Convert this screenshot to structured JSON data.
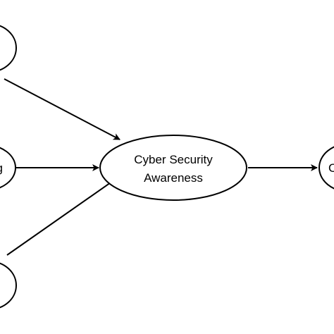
{
  "diagram": {
    "colors": {
      "stroke": "#000000",
      "fill": "#ffffff",
      "background": "#ffffff"
    },
    "nodes": {
      "top_left": {
        "label": ""
      },
      "middle_left": {
        "label": "g"
      },
      "bottom_left": {
        "label": ""
      },
      "center": {
        "line1": "Cyber Security",
        "line2": "Awareness"
      },
      "right": {
        "label": "C"
      }
    },
    "edges": [
      {
        "from": "top_left",
        "to": "center"
      },
      {
        "from": "middle_left",
        "to": "center"
      },
      {
        "from": "bottom_left",
        "to": "center"
      },
      {
        "from": "center",
        "to": "right"
      }
    ]
  }
}
